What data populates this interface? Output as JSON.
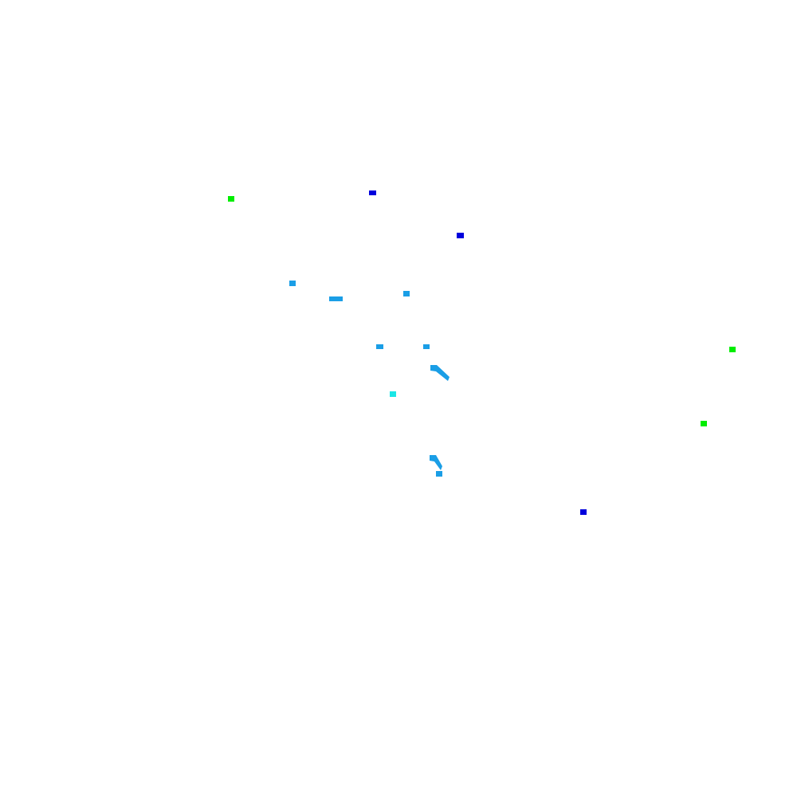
{
  "colors": {
    "background": "#ffffff",
    "green": "#00ee00",
    "blue": "#0000dd",
    "light_blue": "#1a9ee6",
    "cyan": "#1ae6e6"
  },
  "marks": [
    {
      "kind": "square",
      "color": "green"
    },
    {
      "kind": "square",
      "color": "blue"
    },
    {
      "kind": "square",
      "color": "blue"
    },
    {
      "kind": "square",
      "color": "light_blue"
    },
    {
      "kind": "bar",
      "color": "light_blue"
    },
    {
      "kind": "square",
      "color": "light_blue"
    },
    {
      "kind": "square",
      "color": "light_blue"
    },
    {
      "kind": "square",
      "color": "light_blue"
    },
    {
      "kind": "stroke",
      "color": "light_blue"
    },
    {
      "kind": "square",
      "color": "cyan"
    },
    {
      "kind": "stroke",
      "color": "light_blue"
    },
    {
      "kind": "square",
      "color": "light_blue"
    },
    {
      "kind": "square",
      "color": "green"
    },
    {
      "kind": "square",
      "color": "green"
    },
    {
      "kind": "square",
      "color": "blue"
    }
  ]
}
